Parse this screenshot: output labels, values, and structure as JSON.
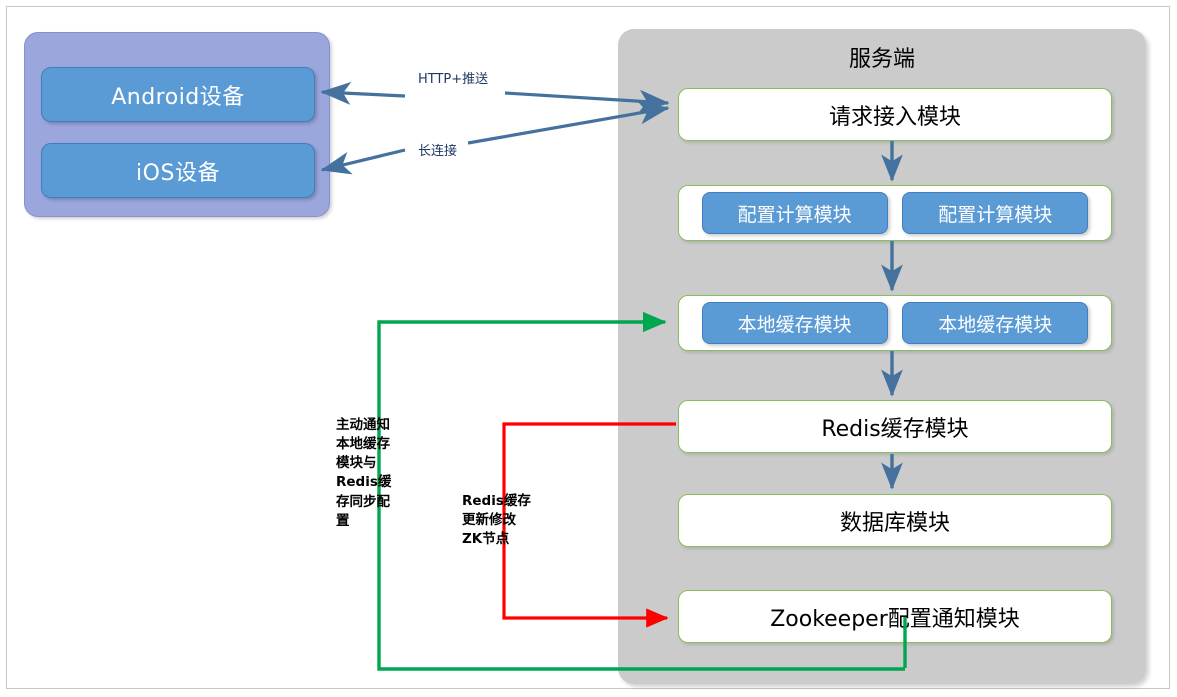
{
  "diagram": {
    "title": "服务端",
    "client": {
      "devices": [
        {
          "label": "Android设备"
        },
        {
          "label": "iOS设备"
        }
      ]
    },
    "server": {
      "title": "服务端",
      "modules": [
        {
          "label": "请求接入模块",
          "type": "single"
        },
        {
          "label": "",
          "type": "split",
          "children": [
            "配置计算模块",
            "配置计算模块"
          ]
        },
        {
          "label": "",
          "type": "split",
          "children": [
            "本地缓存模块",
            "本地缓存模块"
          ]
        },
        {
          "label": "Redis缓存模块",
          "type": "single"
        },
        {
          "label": "数据库模块",
          "type": "single"
        },
        {
          "label": "Zookeeper配置通知模块",
          "type": "single"
        }
      ]
    },
    "connectors": [
      {
        "name": "http-push",
        "label": "HTTP+推送",
        "color": "#44719e"
      },
      {
        "name": "long-connection",
        "label": "长连接",
        "color": "#44719e"
      },
      {
        "name": "zk-notify-local-cache",
        "label": "主动通知\n本地缓存\n模块与\nRedis缓\n存同步配\n置",
        "color": "#00a650"
      },
      {
        "name": "redis-update-zk",
        "label": "Redis缓存\n更新修改\nZK节点",
        "color": "#ff0000"
      }
    ],
    "colors": {
      "device_blue": "#5b9bd5",
      "client_container": "#9aa6dc",
      "server_container": "#cbcbcb",
      "module_border_green": "#86c05a",
      "flow_arrow_blue": "#44719e",
      "notify_green": "#00a650",
      "update_red": "#ff0000",
      "label_navy": "#1f3864"
    }
  }
}
